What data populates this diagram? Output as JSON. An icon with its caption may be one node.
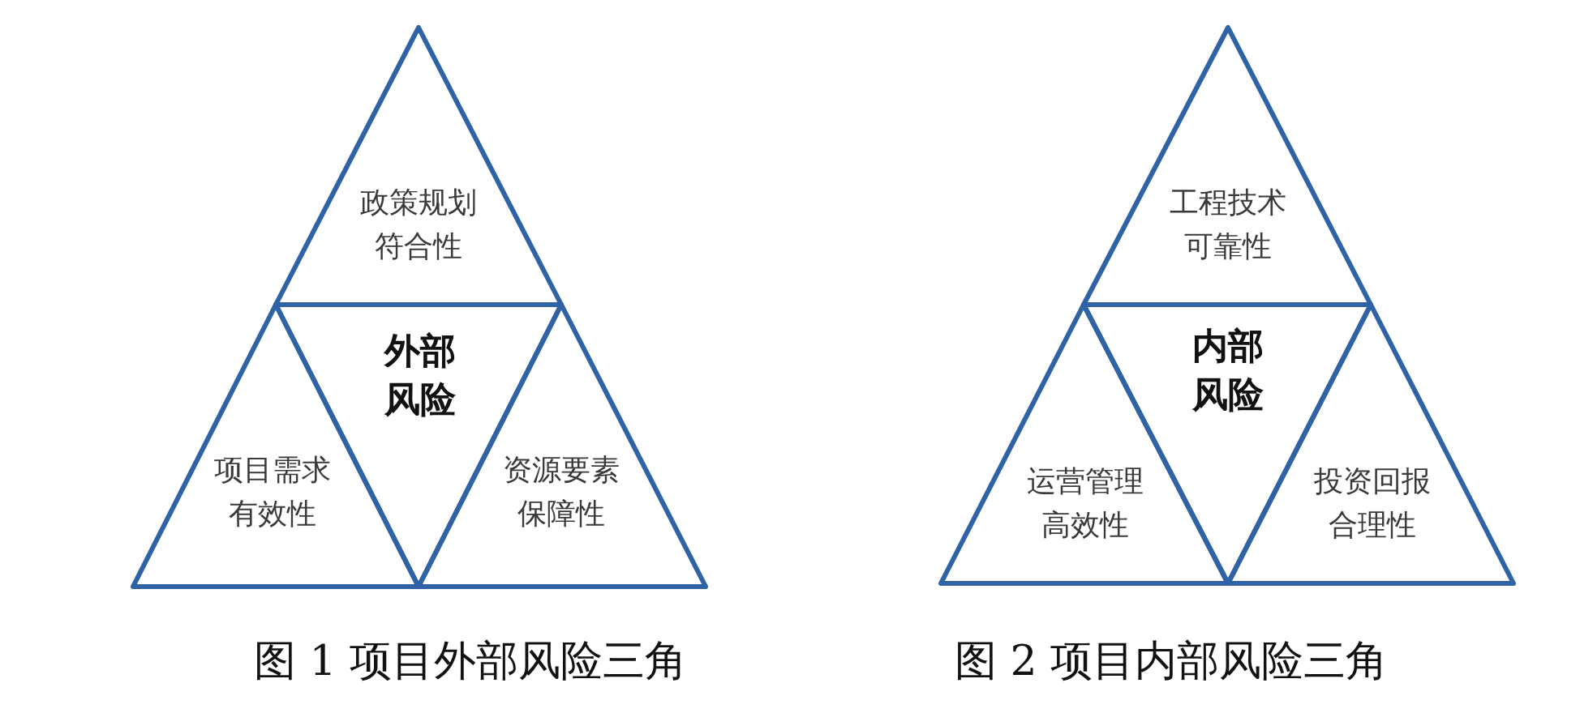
{
  "diagram": {
    "nodes": [
      {
        "text": [
          "政策规划符合性"
        ]
      },
      {
        "text": [
          "外部风险"
        ]
      },
      {
        "text": [
          "项目需求有效性"
        ]
      },
      {
        "text": [
          "资源要素保障性"
        ]
      },
      {
        "text": [
          "工程技术可靠性"
        ]
      },
      {
        "text": [
          "内部风险"
        ]
      },
      {
        "text": [
          "运营管理高效性"
        ]
      },
      {
        "text": [
          "投资回报合理性"
        ]
      }
    ],
    "labels": [
      "图 1 项目外部风险三角",
      "图 2 项目内部风险三角"
    ]
  }
}
